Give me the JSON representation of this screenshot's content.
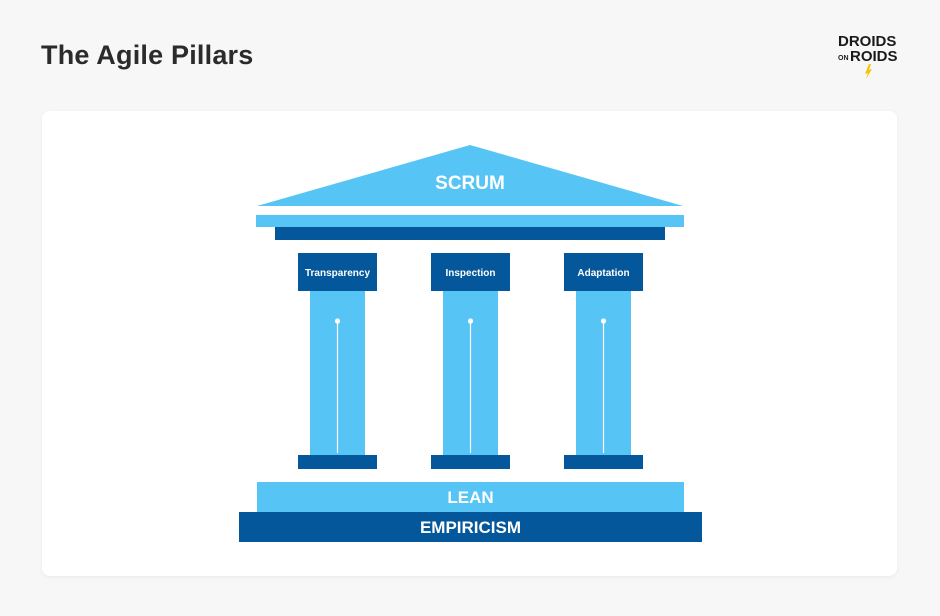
{
  "header": {
    "title": "The Agile Pillars",
    "logo_text": [
      "DROIDS",
      "ON",
      "ROIDS"
    ]
  },
  "diagram": {
    "roof_label": "SCRUM",
    "pillars": [
      {
        "label": "Transparency"
      },
      {
        "label": "Inspection"
      },
      {
        "label": "Adaptation"
      }
    ],
    "step_upper_label": "LEAN",
    "step_lower_label": "EMPIRICISM"
  },
  "colors": {
    "light_blue": "#56c5f5",
    "dark_blue": "#04579b",
    "background": "#f7f7f7",
    "card": "#ffffff",
    "logo_accent": "#f5c400"
  }
}
